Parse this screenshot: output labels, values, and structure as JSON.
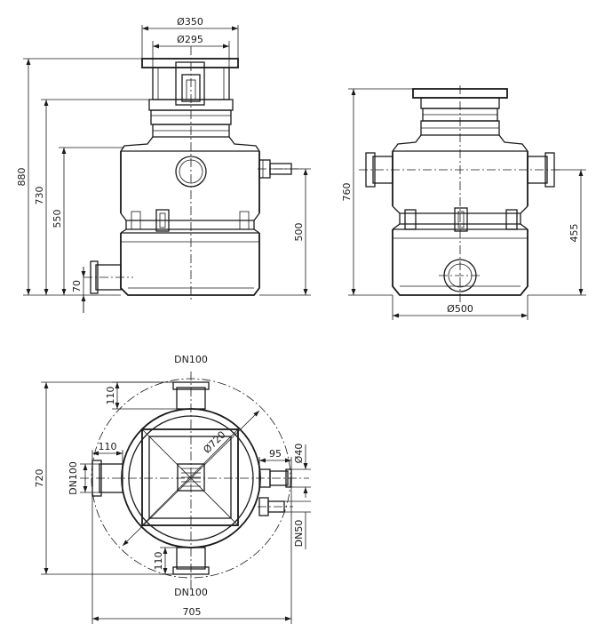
{
  "side_view": {
    "d350": "Ø350",
    "d295": "Ø295",
    "h880": "880",
    "h730": "730",
    "h550": "550",
    "h70": "70",
    "h500": "500"
  },
  "front_view": {
    "h760": "760",
    "h455": "455",
    "d500": "Ø500"
  },
  "top_view": {
    "dn100_top": "DN100",
    "dn100_bottom": "DN100",
    "dn100_left": "DN100",
    "d110_top": "110",
    "d110_left": "110",
    "d110_bottom": "110",
    "d720_diag": "Ø720",
    "d95": "95",
    "d40": "Ø40",
    "dn50": "DN50",
    "h720": "720",
    "w705": "705"
  }
}
